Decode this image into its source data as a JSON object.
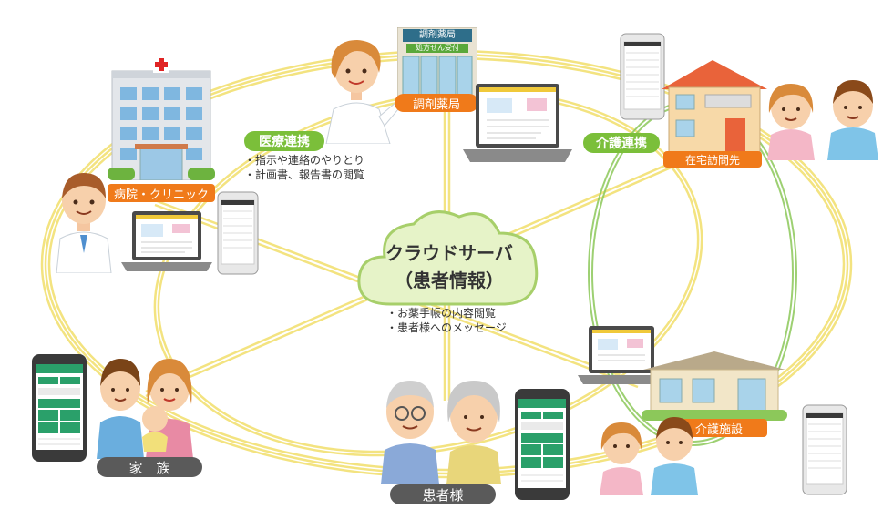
{
  "center": {
    "title_line1": "クラウドサーバ",
    "title_line2": "（患者情報）",
    "notes": [
      "・お薬手帳の内容閲覧",
      "・患者様へのメッセージ"
    ]
  },
  "medical": {
    "label": "医療連携",
    "notes": [
      "・指示や連絡のやりとり",
      "・計画書、報告書の閲覧"
    ]
  },
  "care": {
    "label": "介護連携"
  },
  "nodes": {
    "hospital": "病院・クリニック",
    "pharmacy": "調剤薬局",
    "home_visit": "在宅訪問先",
    "family": "家　族",
    "patient": "患者様",
    "facility": "介護施設"
  },
  "pharmacy_sign": {
    "top": "調剤薬局",
    "bottom": "処方せん受付"
  },
  "colors": {
    "orange": "#f07a1a",
    "green": "#7bbf3a",
    "link_yellow": "#f3e27a",
    "cloud": "#e6f3c8"
  }
}
